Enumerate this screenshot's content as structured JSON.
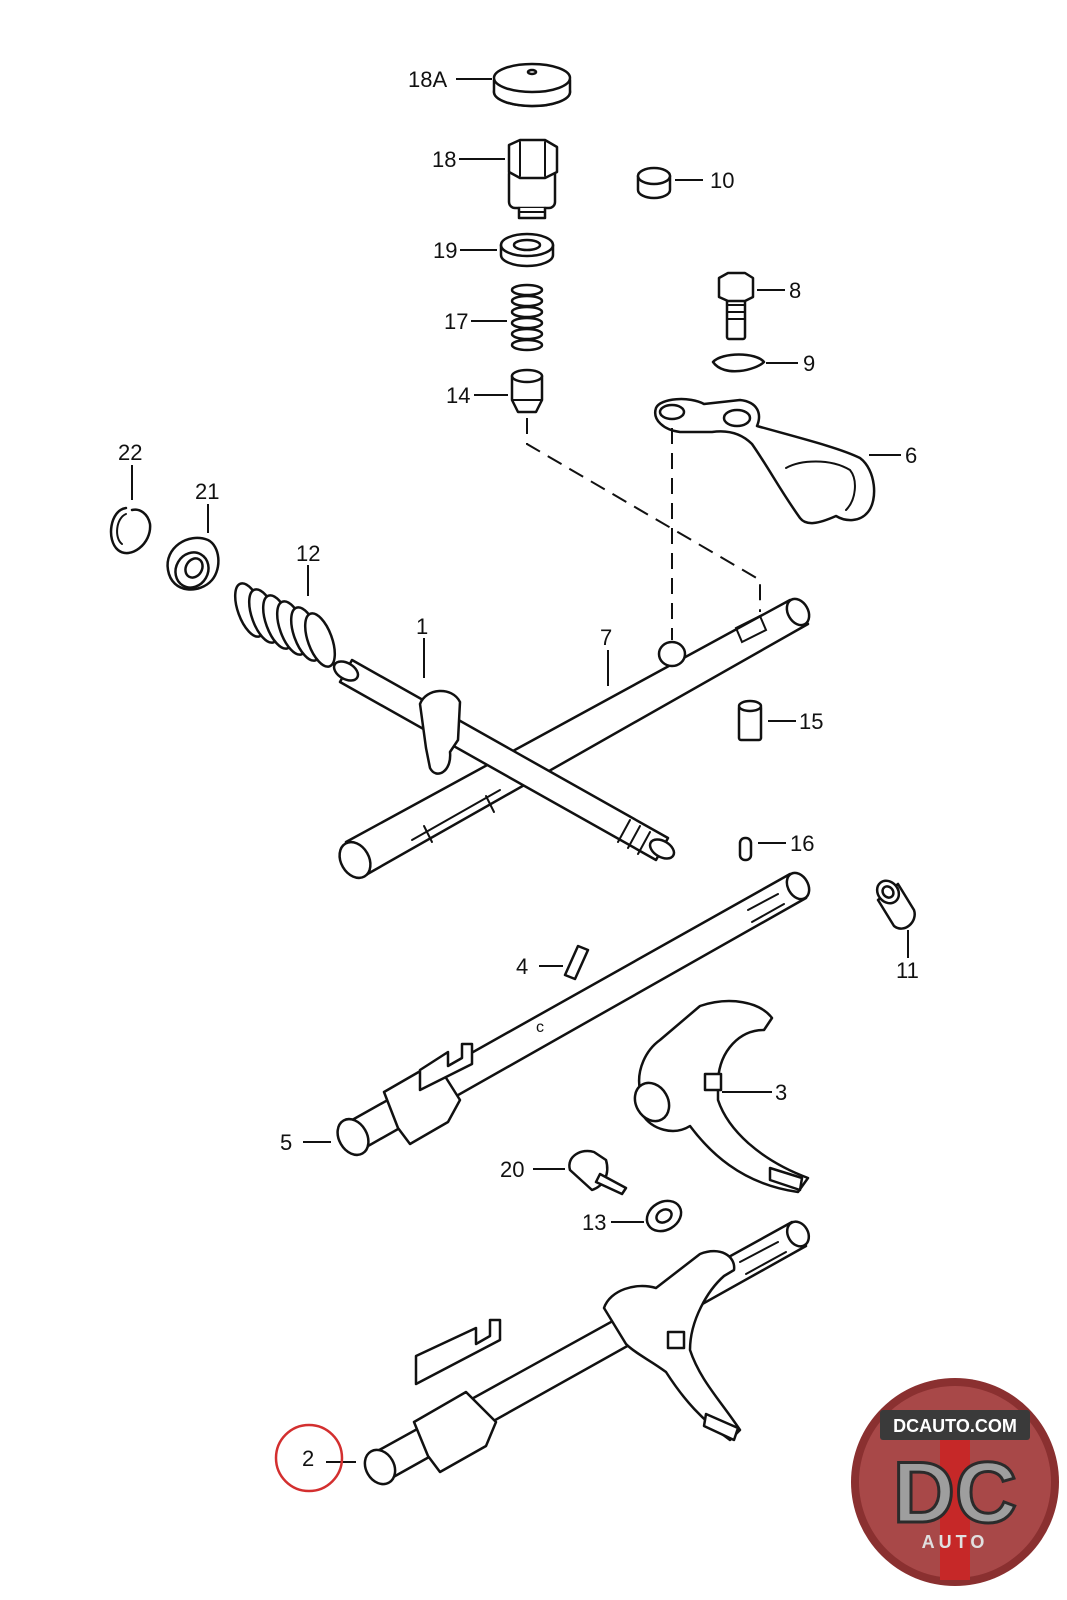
{
  "diagram": {
    "callouts": {
      "c18A": "18A",
      "c18": "18",
      "c10": "10",
      "c19": "19",
      "c8": "8",
      "c17": "17",
      "c9": "9",
      "c14": "14",
      "c6": "6",
      "c22": "22",
      "c21": "21",
      "c12": "12",
      "c1": "1",
      "c7": "7",
      "c15": "15",
      "c16": "16",
      "c11": "11",
      "c4": "4",
      "c3": "3",
      "c5": "5",
      "c20": "20",
      "c13": "13",
      "c2": "2"
    },
    "highlighted_callout": "2",
    "highlight_color": "#d32f2f"
  },
  "logo": {
    "website": "DCAUTO.COM",
    "letters": "DC",
    "word": "AUTO",
    "colors": {
      "red": "#c62828",
      "dark": "#3a3a3a",
      "silver": "#bdbdbd"
    }
  }
}
